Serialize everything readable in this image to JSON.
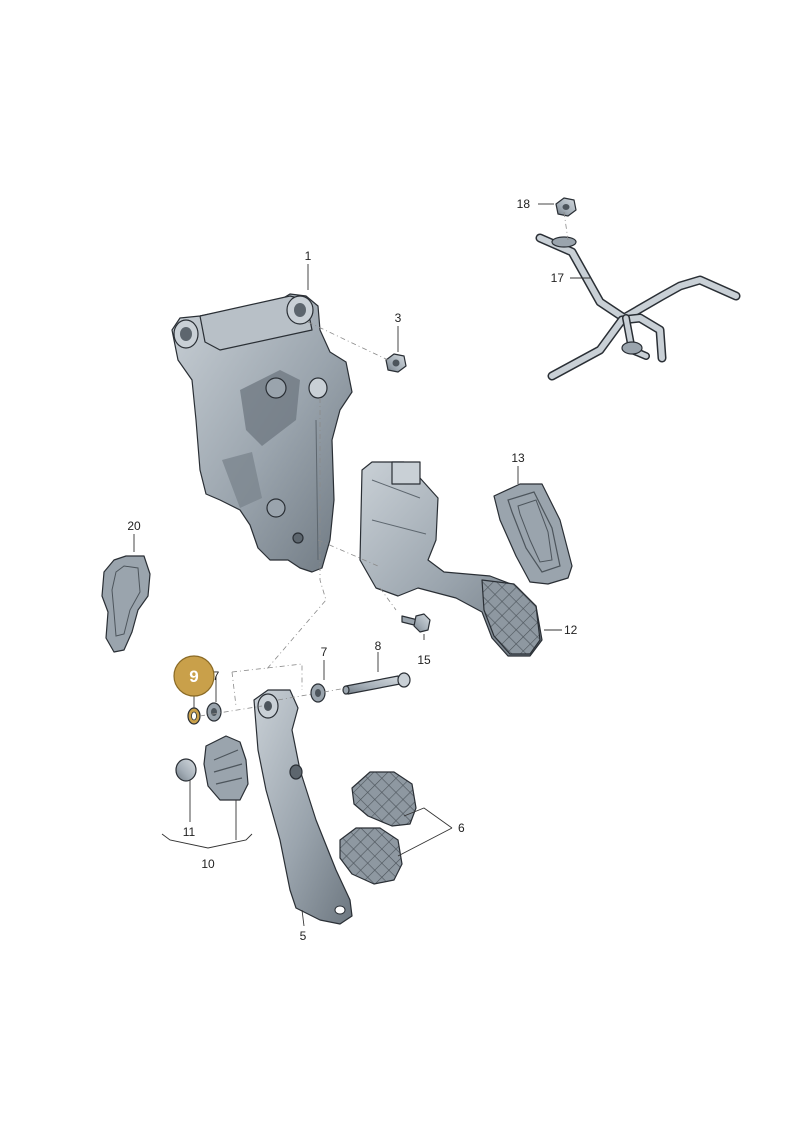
{
  "diagram": {
    "callouts": {
      "c1": "1",
      "c3": "3",
      "c5": "5",
      "c6": "6",
      "c7a": "7",
      "c7b": "7",
      "c8": "8",
      "c9": "9",
      "c10": "10",
      "c11": "11",
      "c12": "12",
      "c13": "13",
      "c15": "15",
      "c17": "17",
      "c18": "18",
      "c20": "20"
    },
    "highlighted_part": "9",
    "colors": {
      "part_fill": "#9aa4ad",
      "part_dark": "#6d7780",
      "part_light": "#c9d0d6",
      "highlight": "#c9a04a",
      "line": "#333333"
    }
  }
}
